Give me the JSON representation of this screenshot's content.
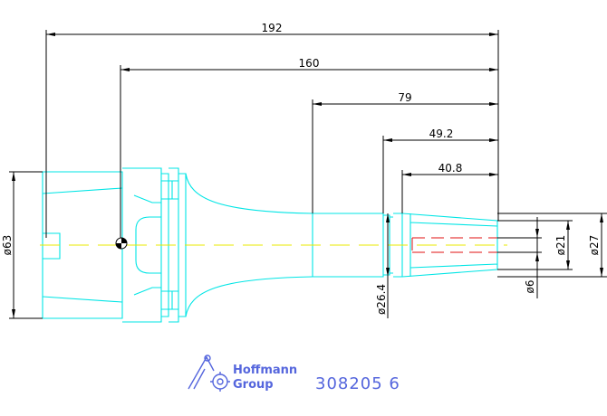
{
  "dimensions": {
    "len_192": "192",
    "len_160": "160",
    "len_79": "79",
    "len_49_2": "49.2",
    "len_40_8": "40.8",
    "dia_63": "ø63",
    "dia_26_4": "ø26.4",
    "dia_21": "ø21",
    "dia_27": "ø27",
    "dia_6": "ø6"
  },
  "logo": {
    "line1": "Hoffmann",
    "line2": "Group"
  },
  "part_number": "308205 6",
  "colors": {
    "part": "#00e5e5",
    "axis": "#e8e800",
    "hidden": "#e01010",
    "dimension": "#000000",
    "logo": "#5566dd"
  }
}
